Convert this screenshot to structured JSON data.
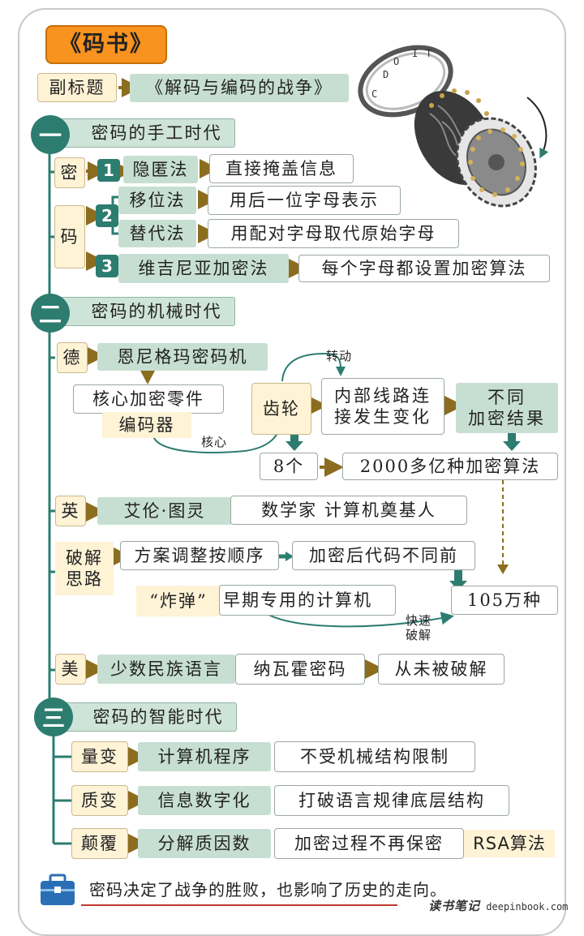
{
  "title": "《码书》",
  "subtitle": {
    "label": "副标题",
    "value": "《解码与编码的战争》"
  },
  "sections": [
    {
      "num": "一",
      "title": "密码的手工时代"
    },
    {
      "num": "二",
      "title": "密码的机械时代"
    },
    {
      "num": "三",
      "title": "密码的智能时代"
    }
  ],
  "manual": {
    "mi": "密",
    "ma": "码",
    "n1": "1",
    "n2": "2",
    "n3": "3",
    "hide": "隐匿法",
    "hide_desc": "直接掩盖信息",
    "shift": "移位法",
    "shift_desc": "用后一位字母表示",
    "subst": "替代法",
    "subst_desc": "用配对字母取代原始字母",
    "vig": "维吉尼亚加密法",
    "vig_desc": "每个字母都设置加密算法"
  },
  "mechanical": {
    "de": "德",
    "enigma": "恩尼格玛密码机",
    "core_parts": "核心加密零件",
    "encoder": "编码器",
    "core_label": "核心",
    "rotate_label": "转动",
    "gear": "齿轮",
    "wiring_line1": "内部线路连",
    "wiring_line2": "接发生变化",
    "result_line1": "不同",
    "result_line2": "加密结果",
    "gear_count": "8个",
    "algorithms": "2000多亿种加密算法",
    "ying": "英",
    "turing": "艾伦·图灵",
    "turing_desc": "数学家 计算机奠基人",
    "crack_line1": "破解",
    "crack_line2": "思路",
    "step1": "方案调整按顺序",
    "step2": "加密后代码不同前",
    "bomb_quote": "“炸弹”",
    "bomb_desc": "早期专用的计算机",
    "fast_line1": "快速",
    "fast_line2": "破解",
    "reduced": "105万种",
    "mei": "美",
    "minority": "少数民族语言",
    "navajo": "纳瓦霍密码",
    "never": "从未被破解"
  },
  "smart": {
    "rows": [
      {
        "label": "量变",
        "item": "计算机程序",
        "desc": "不受机械结构限制",
        "extra": ""
      },
      {
        "label": "质变",
        "item": "信息数字化",
        "desc": "打破语言规律底层结构",
        "extra": ""
      },
      {
        "label": "颠覆",
        "item": "分解质因数",
        "desc": "加密过程不再保密",
        "extra": "RSA算法"
      }
    ]
  },
  "conclusion": "密码决定了战争的胜败，也影响了历史的走向。",
  "watermark": {
    "cn": "读书笔记",
    "url": "deepinbook.com"
  },
  "colors": {
    "accent": "#2d7c70",
    "arrow": "#8c6d1f",
    "title_bg": "#f7931e",
    "green_box": "#c7dfd2",
    "cream_box": "#fff3d6"
  }
}
